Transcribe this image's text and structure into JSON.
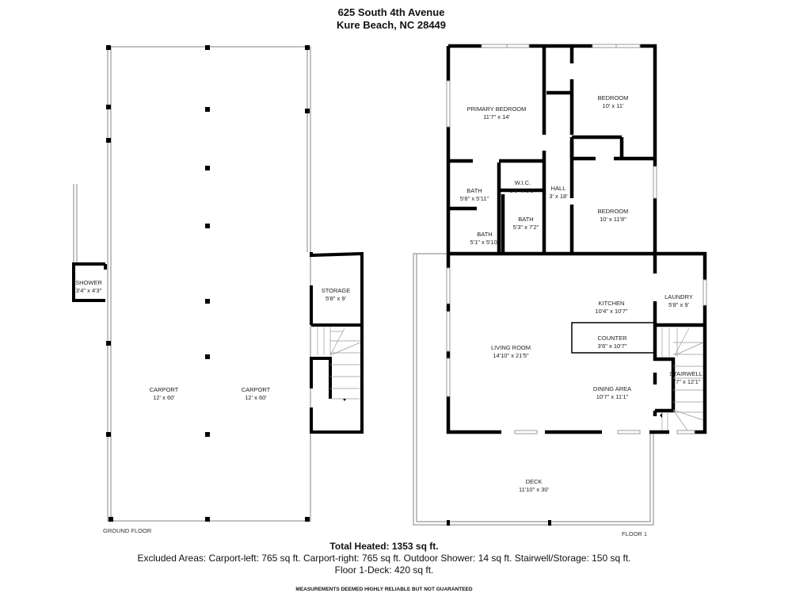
{
  "header": {
    "address_line1": "625 South 4th Avenue",
    "address_line2": "Kure Beach, NC 28449"
  },
  "ground_floor": {
    "label": "GROUND FLOOR",
    "rooms": [
      {
        "name": "SHOWER",
        "dims": "3'4\" x 4'3\""
      },
      {
        "name": "STORAGE",
        "dims": "5'8\" x 9'"
      },
      {
        "name": "CARPORT",
        "dims": "12' x 60'"
      },
      {
        "name": "CARPORT",
        "dims": "12' x 60'"
      }
    ]
  },
  "floor_1": {
    "label": "FLOOR 1",
    "rooms": [
      {
        "name": "PRIMARY BEDROOM",
        "dims": "11'7\" x 14'"
      },
      {
        "name": "BEDROOM",
        "dims": "10' x 11'"
      },
      {
        "name": "W.I.C.",
        "dims": "3'6\" x 5'3\""
      },
      {
        "name": "BATH",
        "dims": "5'8\" x 5'11\""
      },
      {
        "name": "HALL",
        "dims": "3' x 18'"
      },
      {
        "name": "BEDROOM",
        "dims": "10' x 11'8\""
      },
      {
        "name": "BATH",
        "dims": "5'3\" x 7'2\""
      },
      {
        "name": "BATH",
        "dims": "5'1\" x 5'10\""
      },
      {
        "name": "KITCHEN",
        "dims": "10'4\" x 10'7\""
      },
      {
        "name": "LAUNDRY",
        "dims": "5'8\" x 9'"
      },
      {
        "name": "COUNTER",
        "dims": "3'6\" x 10'7\""
      },
      {
        "name": "LIVING ROOM",
        "dims": "14'10\" x 21'5\""
      },
      {
        "name": "STAIRWELL",
        "dims": "5'7\" x 12'1\""
      },
      {
        "name": "DINING AREA",
        "dims": "10'7\" x 11'1\""
      },
      {
        "name": "DECK",
        "dims": "11'10\" x 30'"
      }
    ]
  },
  "summary": {
    "total_heated": "Total Heated: 1353 sq ft.",
    "excluded_line1": "Excluded Areas: Carport-left: 765 sq ft. Carport-right: 765 sq ft. Outdoor Shower: 14 sq ft. Stairwell/Storage: 150 sq ft.",
    "excluded_line2": "Floor 1-Deck: 420 sq ft.",
    "disclaimer": "MEASUREMENTS DEEMED HIGHLY RELIABLE BUT NOT GUARANTEED"
  },
  "colors": {
    "wall": "#000000",
    "outline": "#999999"
  }
}
